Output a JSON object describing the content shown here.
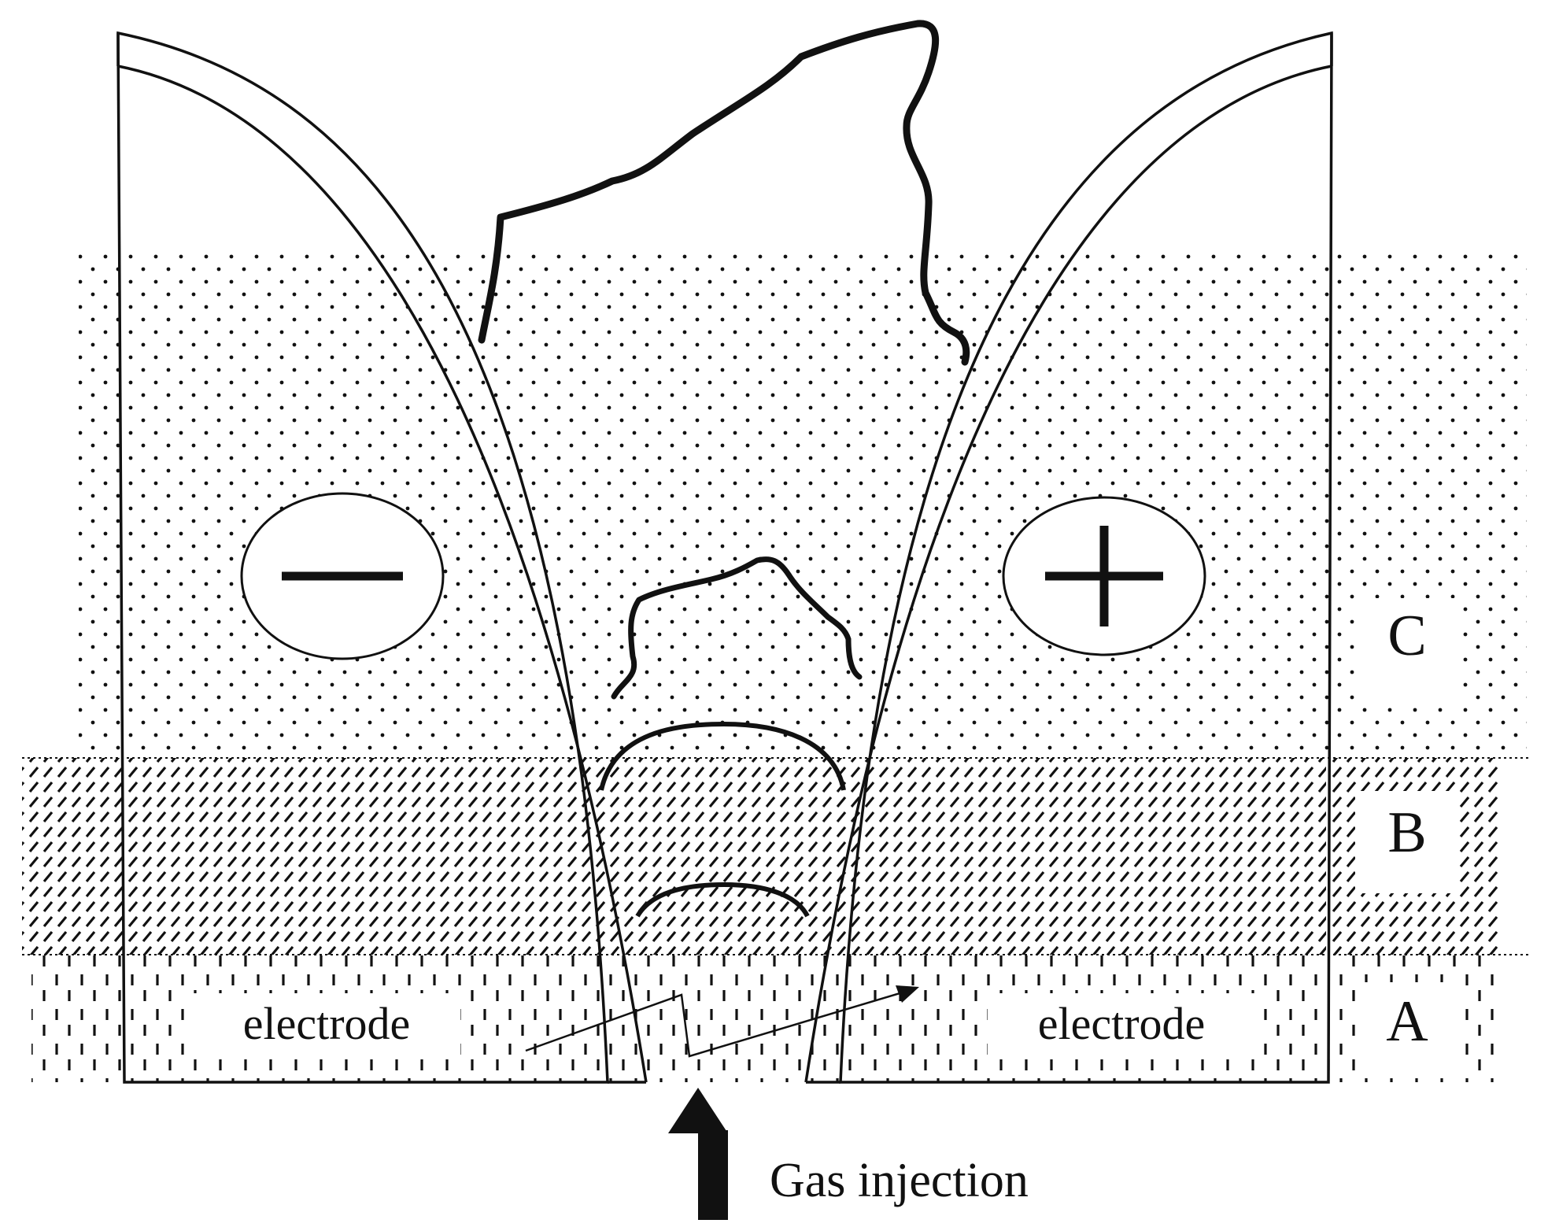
{
  "labels": {
    "electrode_left": "electrode",
    "electrode_right": "electrode",
    "zone_a": "A",
    "zone_b": "B",
    "zone_c": "C",
    "gas_injection": "Gas injection"
  },
  "polarity": {
    "left": "minus",
    "right": "plus"
  },
  "colors": {
    "ink": "#111111",
    "background": "#ffffff"
  }
}
